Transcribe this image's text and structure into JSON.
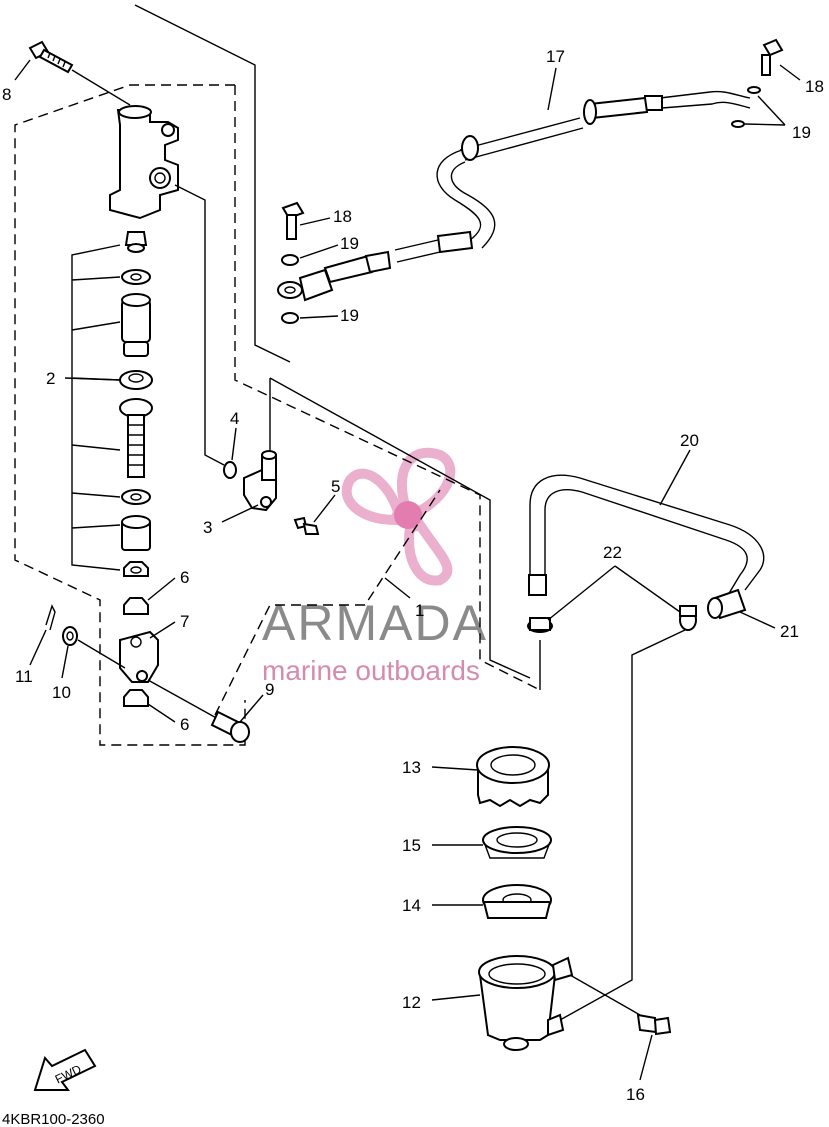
{
  "diagram_code": "4KBR100-2360",
  "fwd_label": "FWD",
  "brand": {
    "name": "ARMADA",
    "tagline": "marine outboards",
    "logo_color": "#e8a8c8",
    "logo_hub_color": "#e070a8"
  },
  "callouts": {
    "c1": "1",
    "c2": "2",
    "c3": "3",
    "c4": "4",
    "c5": "5",
    "c6a": "6",
    "c6b": "6",
    "c7": "7",
    "c8": "8",
    "c9": "9",
    "c10": "10",
    "c11": "11",
    "c12": "12",
    "c13": "13",
    "c14": "14",
    "c15": "15",
    "c16": "16",
    "c17": "17",
    "c18a": "18",
    "c18b": "18",
    "c19a": "19",
    "c19b": "19",
    "c19c": "19",
    "c20": "20",
    "c21": "21",
    "c22": "22"
  }
}
